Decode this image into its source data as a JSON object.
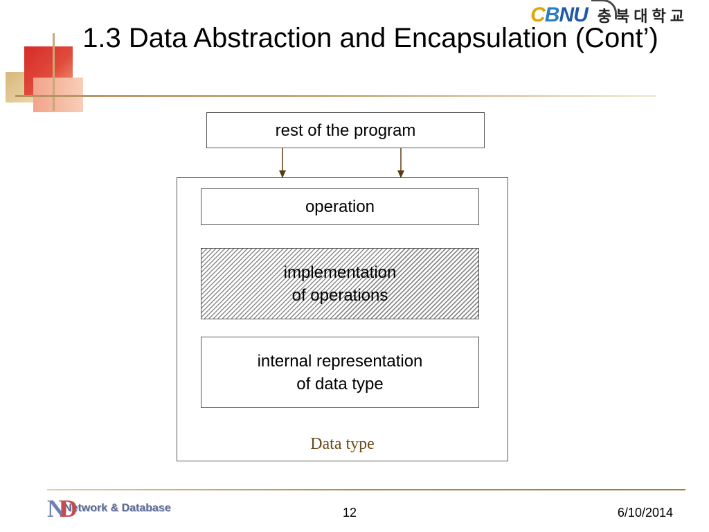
{
  "header": {
    "title": "1.3 Data Abstraction and Encapsulation (Cont’)",
    "logo_mark": [
      "C",
      "B",
      "N",
      "U"
    ],
    "logo_korean": "충북대학교"
  },
  "diagram": {
    "rest_of_program": "rest of the program",
    "operation": "operation",
    "implementation": [
      "implementation",
      "of operations"
    ],
    "internal_representation": [
      "internal representation",
      "of data type"
    ],
    "container_label": "Data type",
    "hatch_color": "#8a8a8a",
    "label_color": "#6b4a1a"
  },
  "footer": {
    "logo_mark": [
      "N",
      "D"
    ],
    "logo_text": "Network & Database",
    "slide_number": "12",
    "date": "6/10/2014"
  },
  "colors": {
    "accent_red": "#d62b2b",
    "accent_tan": "#c8a878",
    "logo_yellow": "#e2a400",
    "logo_blue": "#1e5aa8"
  }
}
